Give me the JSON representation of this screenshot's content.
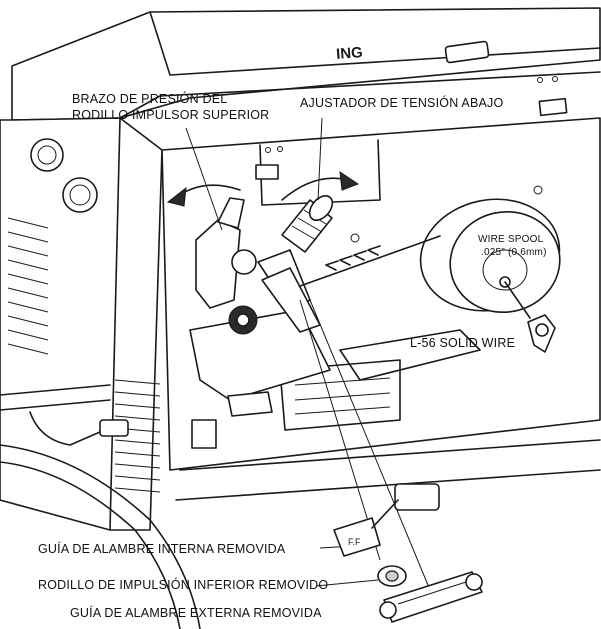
{
  "labels": {
    "upper_arm_line1": "BRAZO DE PRESIÓN DEL",
    "upper_arm_line2": "RODILLO IMPULSOR SUPERIOR",
    "tension_adjuster": "AJUSTADOR DE TENSIÓN ABAJO",
    "spool_line1": "WIRE SPOOL",
    "spool_line2": ".025\" (0.6mm)",
    "solid_wire": "L-56 SOLID WIRE",
    "inner_guide": "GUÍA DE ALAMBRE INTERNA REMOVIDA",
    "lower_roll": "RODILLO DE IMPULSIÓN INFERIOR REMOVIDO",
    "outer_guide": "GUÍA DE ALAMBRE EXTERNA REMOVIDA"
  },
  "markings": {
    "brand_fragment": "ING",
    "roll_stamp": "F.F"
  },
  "colors": {
    "ink": "#1a1a1a",
    "background": "#ffffff",
    "shade": "#cfcfcf"
  },
  "icons": [
    "feed-direction-chevron-icon",
    "rotation-arrow-left-icon",
    "rotation-arrow-right-icon",
    "wing-nut-icon"
  ]
}
